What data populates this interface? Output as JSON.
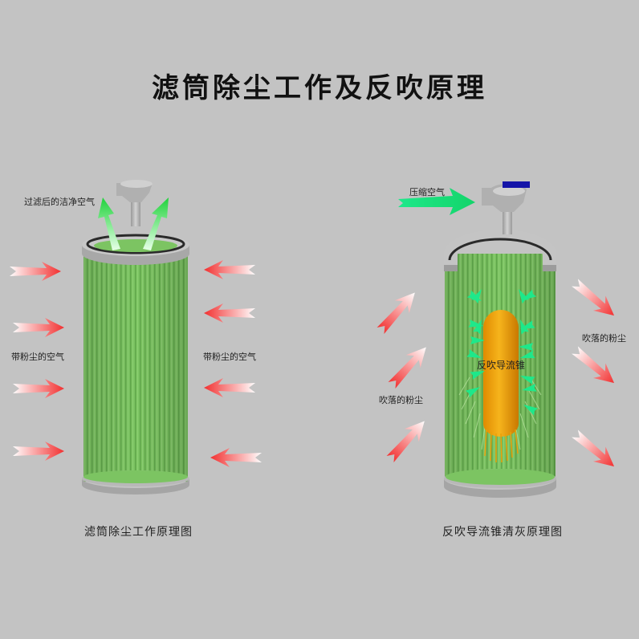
{
  "title": "滤筒除尘工作及反吹原理",
  "colors": {
    "background": "#c3c3c3",
    "filter_green": "#7cc462",
    "filter_green_dark": "#5fa64a",
    "dusty_air_arrow": "#f23c3c",
    "clean_air_arrow": "#2fd64a",
    "compressed_air_arrow": "#1ee88a",
    "cone_orange": "#e8a00a",
    "valve_blue": "#1414a8",
    "metal_gray": "#a8a8a8"
  },
  "left_diagram": {
    "caption": "滤筒除尘工作原理图",
    "labels": {
      "clean_air": "过滤后的洁净空气",
      "dusty_air_left": "带粉尘的空气",
      "dusty_air_right": "带粉尘的空气"
    },
    "arrows": {
      "inflow_left_count": 4,
      "inflow_right_count": 4,
      "outflow_top_count": 2
    }
  },
  "right_diagram": {
    "caption": "反吹导流锥清灰原理图",
    "labels": {
      "compressed_air": "压缩空气",
      "cone": "反吹导流锥",
      "dust_left": "吹落的粉尘",
      "dust_right": "吹落的粉尘"
    },
    "arrows": {
      "outflow_left_count": 3,
      "outflow_right_count": 3
    }
  }
}
